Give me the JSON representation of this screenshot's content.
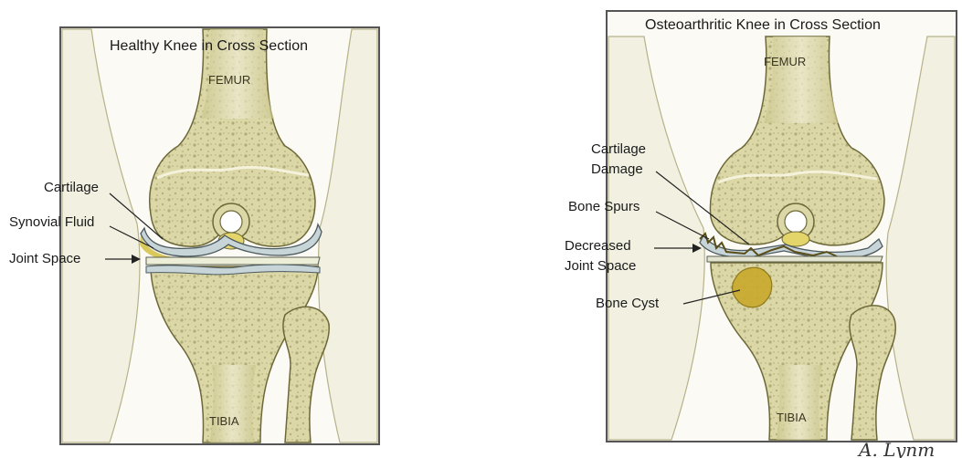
{
  "healthy": {
    "title": "Healthy Knee in Cross Section",
    "femur": "FEMUR",
    "tibia": "TIBIA",
    "labels": [
      "Cartilage",
      "Synovial Fluid",
      "Joint Space"
    ]
  },
  "arthritic": {
    "title": "Osteoarthritic Knee in Cross Section",
    "femur": "FEMUR",
    "tibia": "TIBIA",
    "labels": {
      "cartilage_damage_1": "Cartilage",
      "cartilage_damage_2": "Damage",
      "bone_spurs": "Bone Spurs",
      "decreased_1": "Decreased",
      "decreased_2": "Joint Space",
      "bone_cyst": "Bone Cyst"
    }
  },
  "signature": "A. Lynm",
  "colors": {
    "bone": "#d9d4a2",
    "bone_dark": "#b9b277",
    "cartilage": "#c7d4d8",
    "fluid": "#d8c95a",
    "cyst": "#c9a92c",
    "skin": "#f3f1e4",
    "frame": "#555555"
  }
}
